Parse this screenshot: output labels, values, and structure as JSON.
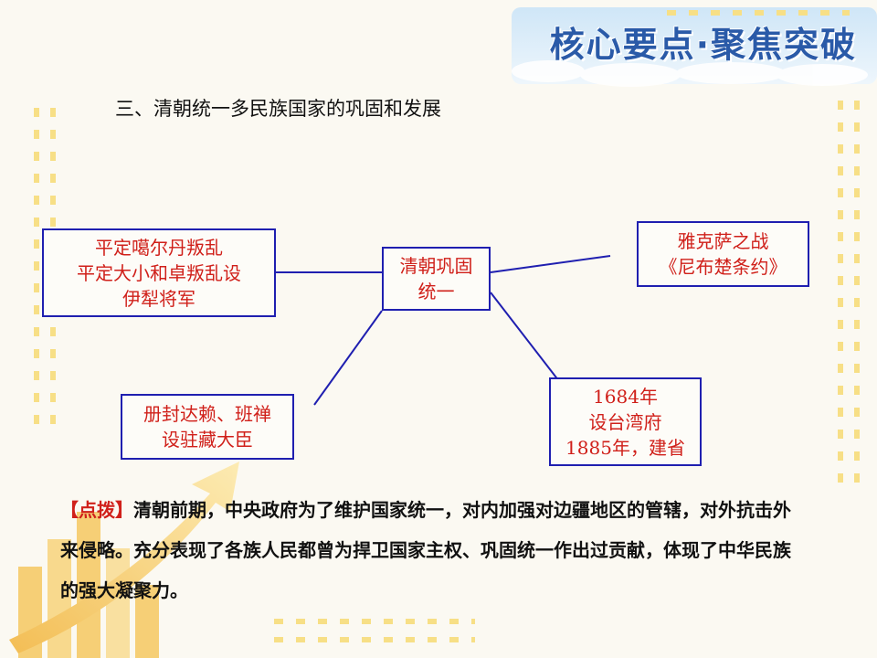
{
  "banner": {
    "title": "核心要点·聚焦突破"
  },
  "section_title": "三、清朝统一多民族国家的巩固和发展",
  "diagram": {
    "center": {
      "lines": [
        "清朝巩固",
        "统一"
      ]
    },
    "left": {
      "lines": [
        "平定噶尔丹叛乱",
        "平定大小和卓叛乱设",
        "伊犁将军"
      ]
    },
    "right_top": {
      "lines": [
        "雅克萨之战",
        "《尼布楚条约》"
      ]
    },
    "bottom_left": {
      "lines": [
        "册封达赖、班禅",
        "设驻藏大臣"
      ]
    },
    "bottom_right": {
      "lines": [
        "1684年",
        "设台湾府",
        "1885年，建省"
      ]
    }
  },
  "note": {
    "tag": "【点拨】",
    "text": "清朝前期，中央政府为了维护国家统一，对内加强对边疆地区的管辖，对外抗击外来侵略。充分表现了各族人民都曾为捍卫国家主权、巩固统一作出过贡献，体现了中华民族的强大凝聚力。"
  },
  "colors": {
    "box_border": "#1f1fb0",
    "box_text": "#d0201a",
    "title_blue": "#2a5aa8",
    "tag_red": "#d0201a"
  }
}
